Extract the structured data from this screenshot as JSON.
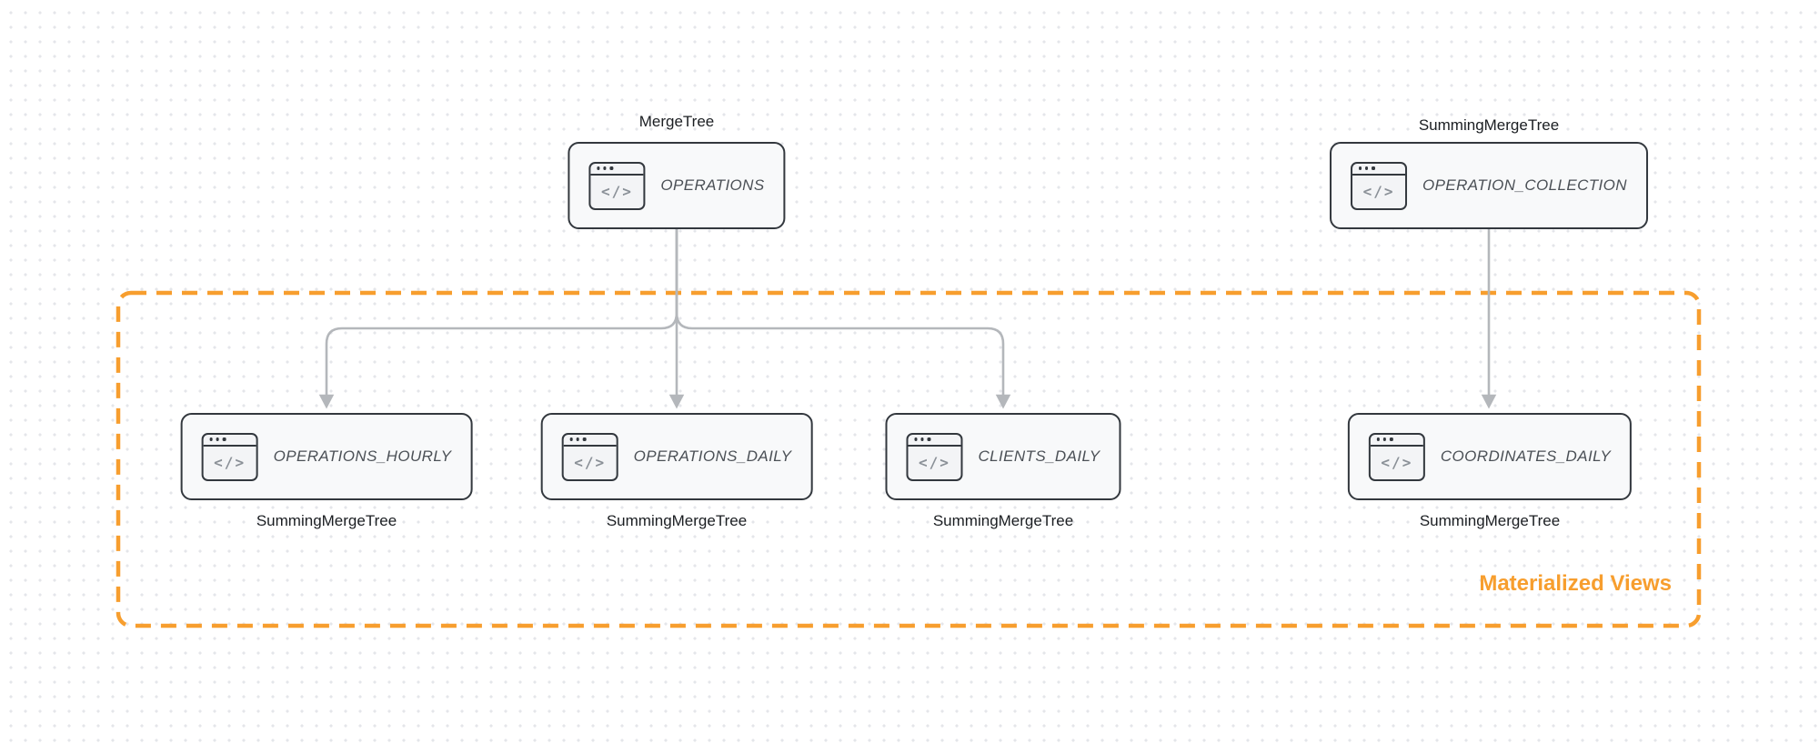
{
  "colors": {
    "accent": "#f79e2e",
    "edge": "#b4b7bb",
    "node-border": "#33383e",
    "node-fill": "#f8f9fa",
    "node-text": "#4b5056",
    "label-text": "#1b1e22",
    "icon-glyph": "#8a9097",
    "dot": "#e4e6ea"
  },
  "icon_glyph": "</>",
  "group": {
    "label": "Materialized Views"
  },
  "nodes": [
    {
      "engine": "MergeTree",
      "name": "OPERATIONS"
    },
    {
      "engine": "SummingMergeTree",
      "name": "OPERATION_COLLECTION"
    },
    {
      "engine": "SummingMergeTree",
      "name": "OPERATIONS_HOURLY"
    },
    {
      "engine": "SummingMergeTree",
      "name": "OPERATIONS_DAILY"
    },
    {
      "engine": "SummingMergeTree",
      "name": "CLIENTS_DAILY"
    },
    {
      "engine": "SummingMergeTree",
      "name": "COORDINATES_DAILY"
    }
  ]
}
